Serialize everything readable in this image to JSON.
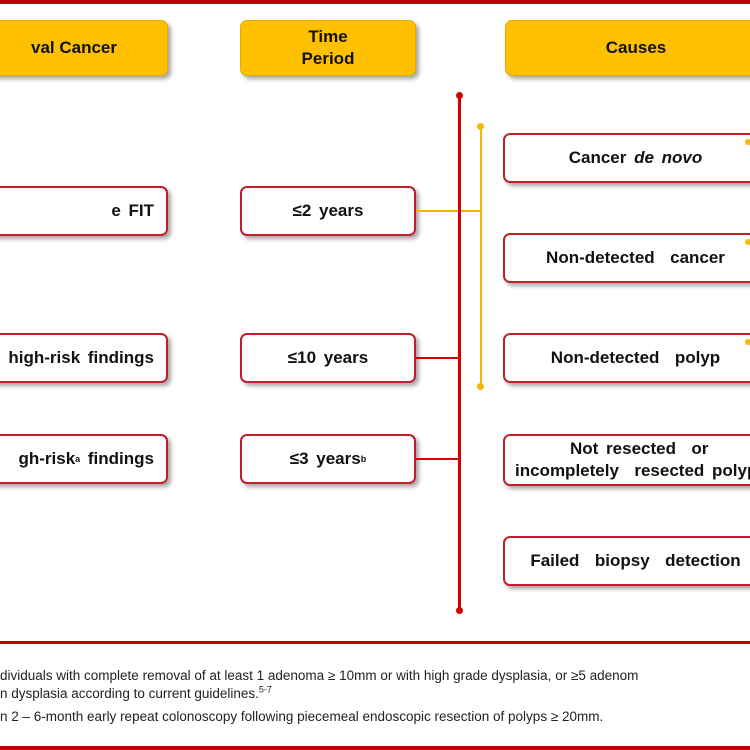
{
  "headers": {
    "interval_cancer": "val Cancer",
    "time_period": "Time\nPeriod",
    "causes": "Causes"
  },
  "left_boxes": [
    {
      "text": "e FIT",
      "sup": "",
      "suffix": ""
    },
    {
      "text": "high-risk  findings",
      "sup": "",
      "suffix": ""
    },
    {
      "text": "gh-risk",
      "sup": "a",
      "suffix": " findings"
    }
  ],
  "time_boxes": [
    {
      "text": "≤2 years",
      "sup": ""
    },
    {
      "text": "≤10 years",
      "sup": ""
    },
    {
      "text": "≤3 years",
      "sup": "b"
    }
  ],
  "causes": {
    "cancer_de_novo": {
      "pre": "Cancer ",
      "italic": "de novo"
    },
    "non_detected_cancer": "Non-detected  cancer",
    "non_detected_polyp": "Non-detected  polyp",
    "not_resected_line1": "Not resected  or",
    "not_resected_line2": "incompletely  resected polyp",
    "failed_biopsy": "Failed  biopsy  detection"
  },
  "footnotes": {
    "a_line1": "dividuals with complete removal of at least 1 adenoma ≥ 10mm or with high grade dysplasia, or ≥5 adenom",
    "a_line2": "n dysplasia according to current guidelines.",
    "a_line2_sup": "5-7",
    "b_line1": "n 2 – 6-month early repeat colonoscopy following piecemeal endoscopic resection of polyps ≥ 20mm."
  },
  "colors": {
    "header_fill": "#ffc000",
    "box_border": "#c0202a",
    "red_line": "#d40000",
    "yellow_line": "#f5b800",
    "rule": "#c00000"
  }
}
